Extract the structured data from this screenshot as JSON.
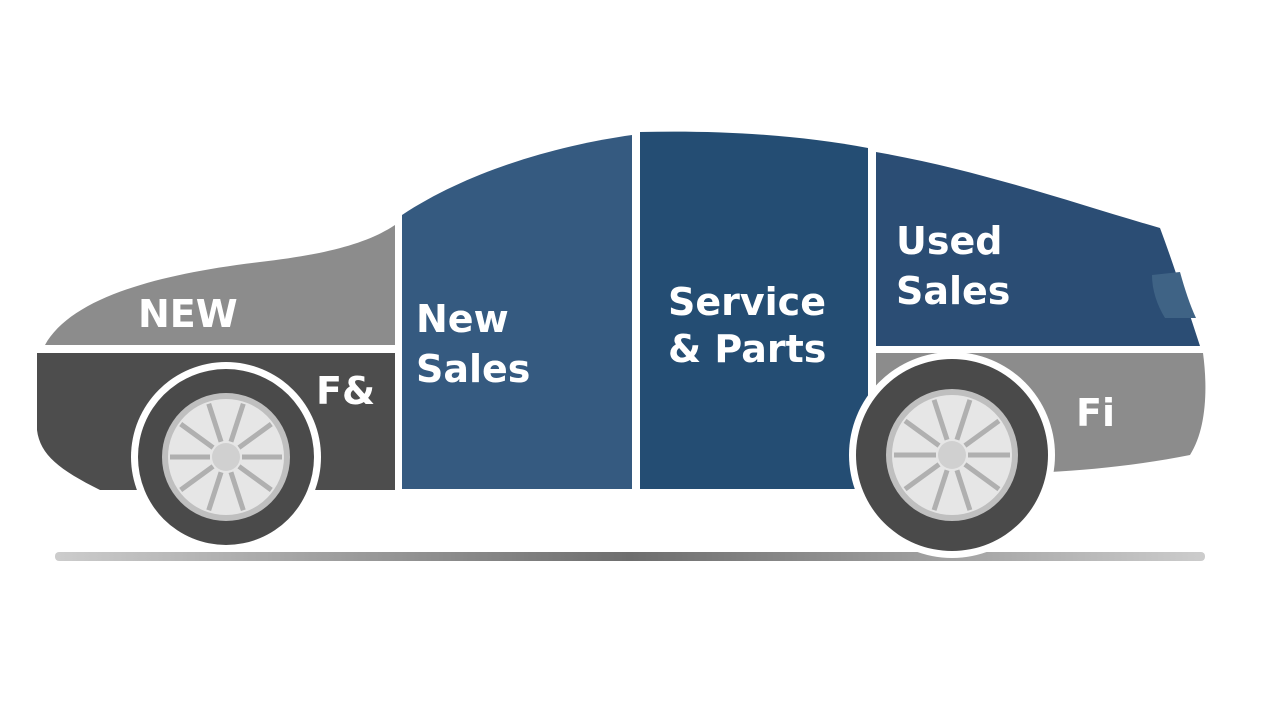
{
  "diagram": {
    "segments": [
      {
        "id": "hood",
        "label": "NEW",
        "color": "#8c8c8c",
        "text_color": "#b4b4b4"
      },
      {
        "id": "front-lower",
        "label": "F&",
        "color": "#4d4d4d",
        "text_color": "#d9d9d9"
      },
      {
        "id": "front-door",
        "label_lines": [
          "New",
          "Sales"
        ],
        "color": "#355a80",
        "text_color": "#ffffff"
      },
      {
        "id": "rear-door",
        "label_lines": [
          "Service",
          "& Parts"
        ],
        "color": "#244d73",
        "text_color": "#ffffff"
      },
      {
        "id": "trunk",
        "label_lines": [
          "Used",
          "Sales"
        ],
        "color": "#2b4d74",
        "text_color": "#ffffff"
      },
      {
        "id": "rear-lower",
        "label": "Fi",
        "color": "#8c8c8c",
        "text_color": "#ffffff"
      }
    ],
    "colors": {
      "background": "#ffffff",
      "divider": "#ffffff",
      "tire": "#4a4a4a",
      "rim": "#e6e6e6",
      "shadow": "#6e6e6e"
    }
  }
}
